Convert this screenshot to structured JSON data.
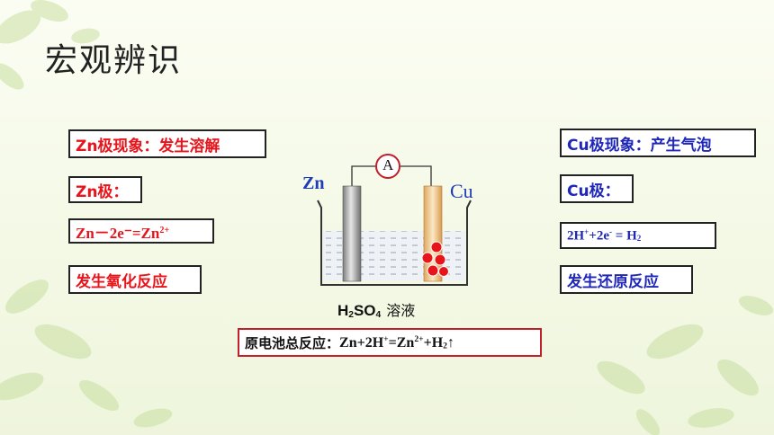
{
  "title": "宏观辨识",
  "left": {
    "phenomenon": "Zn极现象：发生溶解",
    "electrode": "Zn极：",
    "equation": {
      "a": "Zn－2e",
      "b": "⁻",
      "c": "=Zn",
      "d": "2+"
    },
    "reaction": "发生氧化反应"
  },
  "right": {
    "phenomenon": "Cu极现象：产生气泡",
    "electrode": "Cu极：",
    "equation": {
      "a": "2H",
      "b": "+",
      "c": "+2e",
      "d": "-",
      "e": " = H",
      "f": "2"
    },
    "reaction": "发生还原反应"
  },
  "diagram": {
    "ammeter": "A",
    "zn_label": "Zn",
    "cu_label": "Cu",
    "solution": {
      "h": "H",
      "h_sub": "2",
      "so": "SO",
      "so_sub": "4",
      "word": "溶液"
    }
  },
  "total": {
    "label": "原电池总反应：",
    "p1": "Zn+2H",
    "p1_sup": "+",
    "p2": "=Zn",
    "p2_sup": "2+",
    "p3": "+H",
    "p3_sub": "2",
    "arrow": "↑"
  },
  "colors": {
    "red": "#e8141b",
    "blue": "#1f27b8",
    "frame_red": "#c0202a"
  }
}
